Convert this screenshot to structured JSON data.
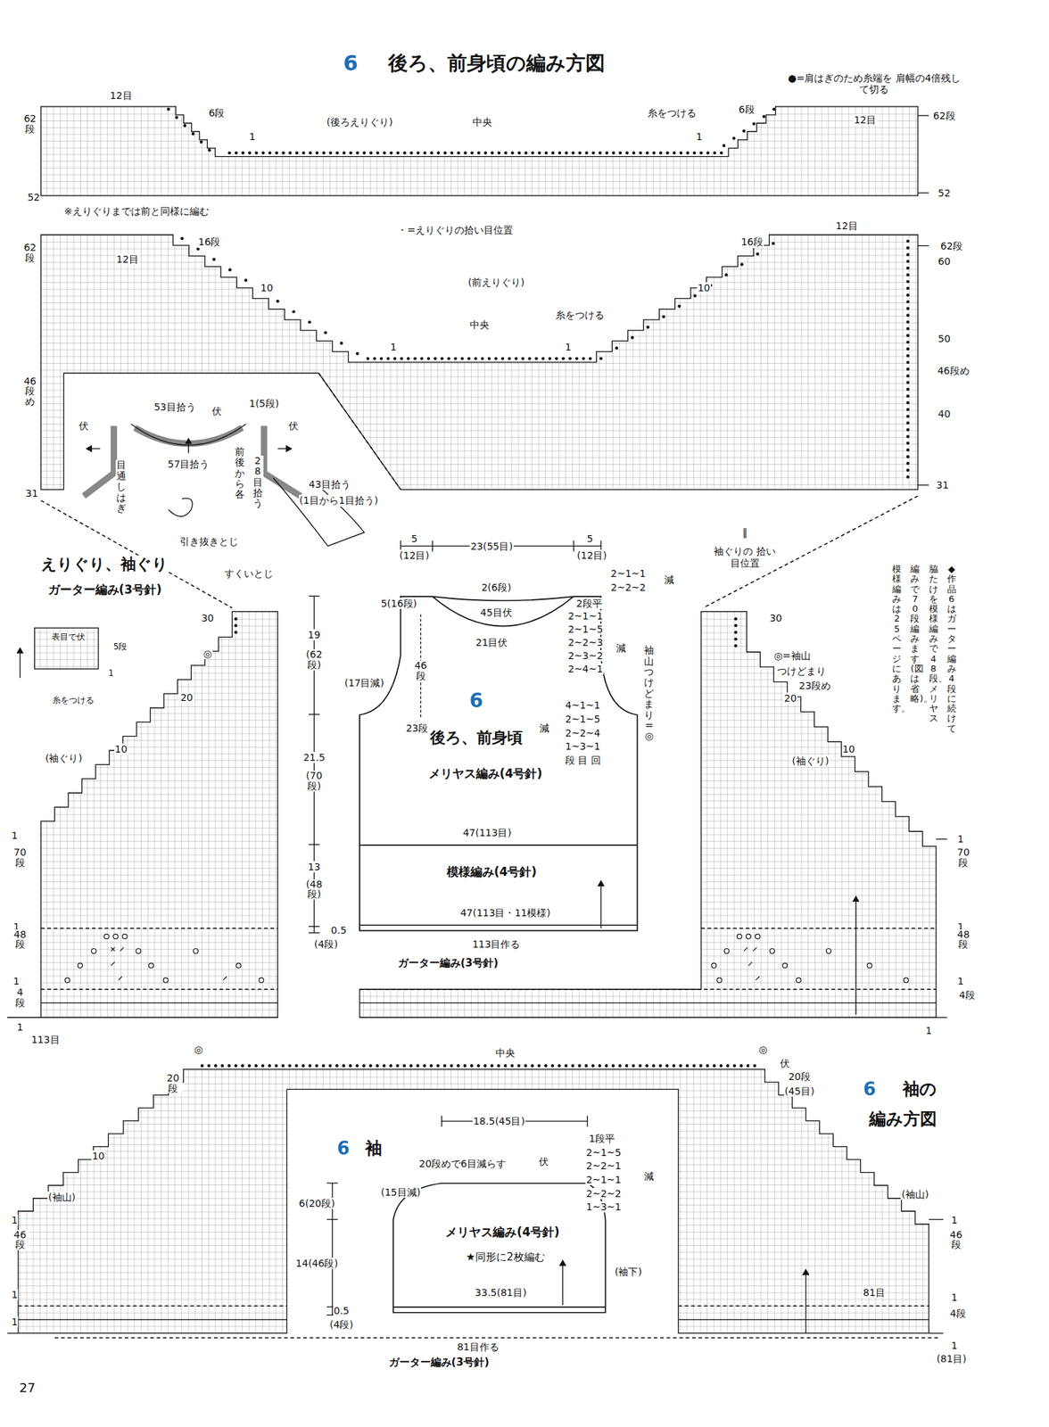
{
  "diagram": {
    "title": "後ろ、前身頃の編み方図",
    "nodes": [
      {
        "text": [
          "6",
          "後ろ、前身頃",
          "メリヤス編み(4号針)",
          "模様編み(4号針)"
        ]
      },
      {
        "text": [
          "メリヤス編み(4号針)",
          "★同形に2枚編む"
        ]
      }
    ],
    "labels": [
      "6",
      "12目",
      "62 段",
      "6段",
      "(後ろえりぐり)",
      "中央",
      "1",
      "糸をつける",
      "6段",
      "1",
      "12目",
      "62段",
      "●=肩はぎのため糸端を 肩幅の4倍残して切る",
      "52",
      "52",
      "※えりぐりまでは前と同様に編む",
      "・=えりぐりの拾い目位置",
      "62 段",
      "16段",
      "12目",
      "10",
      "(前えりぐり)",
      "中央",
      "糸をつける",
      "1",
      "1",
      "10",
      "16段",
      "12目",
      "62段",
      "60",
      "50",
      "46段め",
      "40",
      "31",
      "46 段 め",
      "31",
      "53目拾う",
      "伏",
      "1(5段)",
      "伏",
      "伏",
      "57目拾う",
      "目通しはぎ",
      "前後から各",
      "28目拾う",
      "43目拾う",
      "(1目から1目拾う)",
      "引き抜きとじ",
      "すくいとじ",
      "えりぐり、袖ぐり",
      "ガーター編み(3号針)",
      "表目で伏",
      "5段",
      "1",
      "糸をつける",
      "30",
      "◎",
      "20",
      "10",
      "(袖ぐり)",
      "1",
      "70 段",
      "1",
      "48 段",
      "1",
      "4 段",
      "1",
      "113目",
      "5",
      "(12目)",
      "23(55目)",
      "5",
      "(12目)",
      "2(6段)",
      "2~1~1",
      "2~2~2",
      "減",
      "5(16段)",
      "45目伏",
      "2段平",
      "2~1~1",
      "2~1~5",
      "2~2~3",
      "2~3~2",
      "2~4~1",
      "減",
      "21目伏",
      "46 段",
      "(17目減)",
      "23段",
      "4~1~1",
      "2~1~5",
      "2~2~4",
      "1~3~1",
      "段 目 回",
      "減",
      "袖山つけどまり=◎",
      "19",
      "(62 段)",
      "21.5",
      "(70 段)",
      "13",
      "(48 段)",
      "0.5",
      "(4段)",
      "47(113目)",
      "47(113目・11模様)",
      "113目作る",
      "ガーター編み(3号針)",
      "‖",
      "袖ぐりの 拾い目位置",
      "◆作品6はガーター編み4段に続けて",
      "脇たけを模様編みで48段、メリヤス",
      "編みで70段編みます(図は省略)。",
      "模様編みは25ページにあります。",
      "30",
      "◎=袖山",
      "つけどまり",
      "23段め",
      "20",
      "(袖ぐり)",
      "10",
      "1",
      "70 段",
      "1",
      "48 段",
      "1",
      "4段",
      "1",
      "◎",
      "中央",
      "◎",
      "伏",
      "20段",
      "(45目)",
      "20 段",
      "10",
      "(袖山)",
      "1",
      "46 段",
      "1",
      "1",
      "6",
      "袖",
      "18.5(45目)",
      "20段めで6目減らす",
      "伏",
      "1段平",
      "2~1~5",
      "2~2~1",
      "2~1~1",
      "2~2~2",
      "1~3~1",
      "減",
      "(15目減)",
      "6(20段)",
      "14(46段)",
      "0.5",
      "(4段)",
      "(袖下)",
      "33.5(81目)",
      "81目作る",
      "ガーター編み(3号針)",
      "6",
      "袖の",
      "編み方図",
      "(袖山)",
      "1",
      "46 段",
      "81目",
      "1",
      "4段",
      "1",
      "(81目)",
      "27"
    ]
  }
}
